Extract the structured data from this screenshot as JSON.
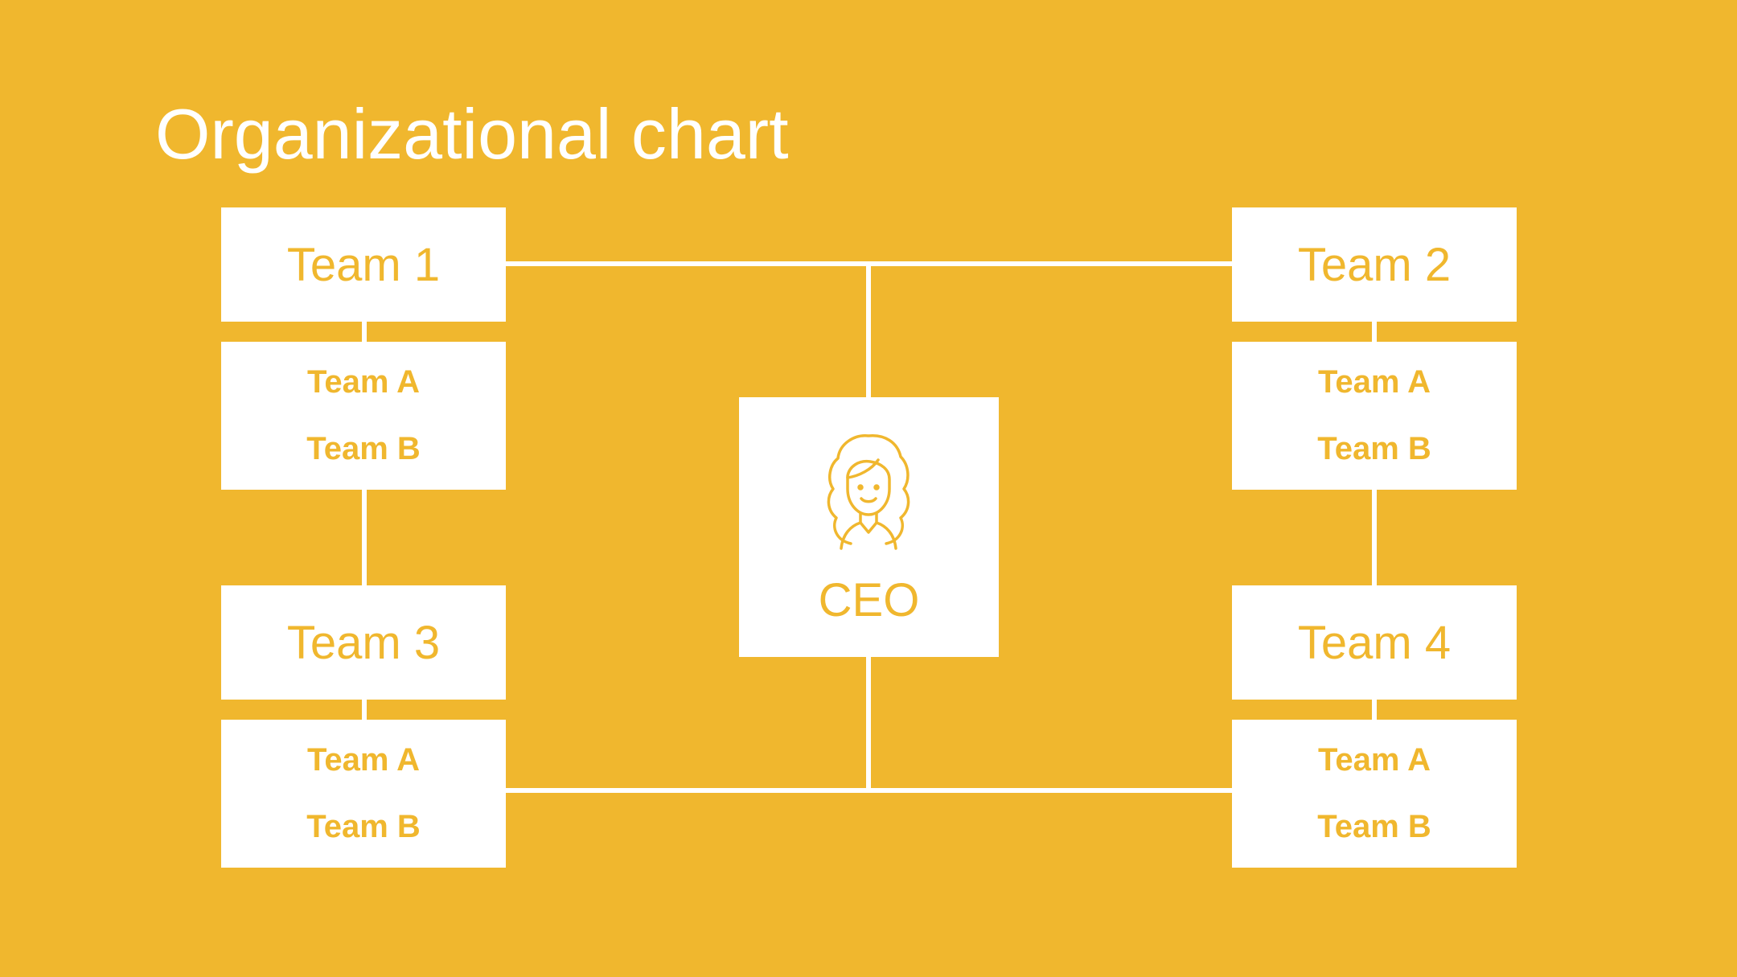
{
  "slide": {
    "title": "Organizational chart",
    "background_color": "#F0B72E",
    "box_color": "#FFFFFF",
    "connector_color": "#FFFFFF"
  },
  "ceo": {
    "label": "CEO",
    "icon": "woman-avatar-icon"
  },
  "teams": [
    {
      "label": "Team 1",
      "subteams": [
        "Team A",
        "Team B"
      ]
    },
    {
      "label": "Team 2",
      "subteams": [
        "Team A",
        "Team B"
      ]
    },
    {
      "label": "Team 3",
      "subteams": [
        "Team A",
        "Team B"
      ]
    },
    {
      "label": "Team 4",
      "subteams": [
        "Team A",
        "Team B"
      ]
    }
  ]
}
